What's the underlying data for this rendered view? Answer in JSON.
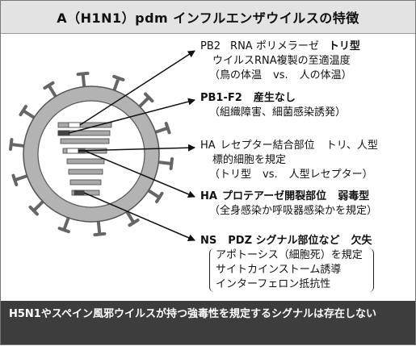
{
  "title": "A（H1N1）pdm インフルエンザウイルスの特徴",
  "items": {
    "pb2": {
      "name": "PB2",
      "feature": "RNA ポリメラーゼ",
      "type": "トリ型",
      "line2": "ウイルスRNA複製の至適温度",
      "line3_left": "（鳥の体温",
      "vs": "vs.",
      "line3_right": "人の体温）"
    },
    "pb1f2": {
      "name": "PB1-F2",
      "status": "産生なし",
      "line2": "（組織障害、細菌感染誘発）"
    },
    "ha_receptor": {
      "name": "HA",
      "feature": "レセプター結合部位",
      "type": "トリ、人型",
      "line2": "標的細胞を規定",
      "line3_left": "（トリ型",
      "vs": "vs.",
      "line3_right": "人型レセプター）"
    },
    "ha_protease": {
      "name": "HA",
      "feature": "プロテアーゼ開裂部位",
      "virulence": "弱毒型",
      "line2": "（全身感染か呼吸器感染かを規定）"
    },
    "ns": {
      "name": "NS",
      "feature": "PDZ シグナル部位など",
      "status": "欠失",
      "effects": [
        "アポトーシス（細胞死）を規定",
        "サイトカインストーム誘導",
        "インターフェロン抵抗性"
      ]
    }
  },
  "footer": "H5N1やスペイン風邪ウイルスが持つ強毒性を規定するシグナルは存在しない",
  "colors": {
    "title_bg": "#e3e3e3",
    "footer_bg": "#3d3d3d",
    "envelope": "#b3b3b3",
    "segment": "#a9a9a9"
  }
}
